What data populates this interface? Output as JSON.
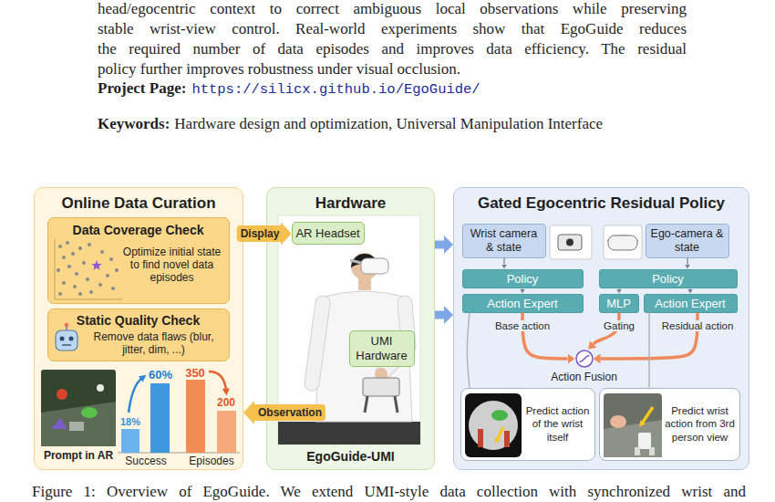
{
  "diagram": {
    "caption": "Figure 1: Overview of EgoGuide. We extend UMI-style data collection with synchronized wrist and",
    "nodes": [
      {
        "text": [
          "Online Data Curation"
        ]
      },
      {
        "text": [
          "Data Coverage Check",
          "Optimize initial state to find novel data episodes"
        ],
        "in": 0
      },
      {
        "text": [
          "Static Quality Check",
          "Remove data flaws (blur, jitter, dim, ...)"
        ],
        "in": 0
      },
      {
        "text": [
          "Hardware",
          "EgoGuide-UMI"
        ]
      },
      {
        "text": [
          "AR Headset"
        ],
        "in": 3
      },
      {
        "text": [
          "UMI Hardware"
        ],
        "in": 3
      },
      {
        "text": [
          "Gated Egocentric Residual Policy"
        ]
      },
      {
        "text": [
          "Wrist camera & state"
        ],
        "in": 6
      },
      {
        "text": [
          "Ego-camera & state"
        ],
        "in": 6
      },
      {
        "text": [
          "Policy"
        ],
        "in": 6
      },
      {
        "text": [
          "Action Expert"
        ],
        "in": 6
      },
      {
        "text": [
          "Policy"
        ],
        "in": 6
      },
      {
        "text": [
          "MLP"
        ],
        "in": 6
      },
      {
        "text": [
          "Action Expert"
        ],
        "in": 6
      },
      {
        "text": [
          "Action Fusion"
        ],
        "in": 6
      },
      {
        "text": [
          "Predict action of the wrist itself"
        ],
        "in": 6
      },
      {
        "text": [
          "Predict wrist action from 3rd person view"
        ],
        "in": 6
      }
    ],
    "edges": [
      {
        "from": 0,
        "to": 4,
        "label": "Display",
        "arrow": "to"
      },
      {
        "from": 3,
        "to": 0,
        "label": "Observation",
        "arrow": "to"
      },
      {
        "from": 3,
        "to": 6,
        "arrow": "to"
      },
      {
        "from": 3,
        "to": 6,
        "arrow": "to"
      },
      {
        "from": 7,
        "to": 9,
        "arrow": "to"
      },
      {
        "from": 9,
        "to": 10,
        "arrow": "to"
      },
      {
        "from": 8,
        "to": 11,
        "arrow": "to"
      },
      {
        "from": 11,
        "to": 12,
        "arrow": "to"
      },
      {
        "from": 11,
        "to": 13,
        "arrow": "to"
      },
      {
        "from": 10,
        "to": 14,
        "label": "Base action",
        "arrow": "to"
      },
      {
        "from": 12,
        "to": 14,
        "label": "Gating",
        "arrow": "to"
      },
      {
        "from": 13,
        "to": 14,
        "label": "Residual action",
        "arrow": "to"
      },
      {
        "from": 10,
        "to": 15,
        "arrow": "none"
      },
      {
        "from": 13,
        "to": 16,
        "arrow": "none"
      }
    ],
    "labels": [
      "head/egocentric context to correct ambiguous local observations while preserving",
      "stable wrist-view control. Real-world experiments show that EgoGuide reduces",
      "the required number of data episodes and improves data efficiency. The residual",
      "policy further improves robustness under visual occlusion.",
      "Project Page:",
      "https://silicx.github.io/EgoGuide/",
      "Keywords:",
      "Hardware design and optimization, Universal Manipulation Interface",
      "Prompt in AR",
      "18%",
      "60%",
      "Success",
      "350",
      "200",
      "Episodes"
    ]
  }
}
